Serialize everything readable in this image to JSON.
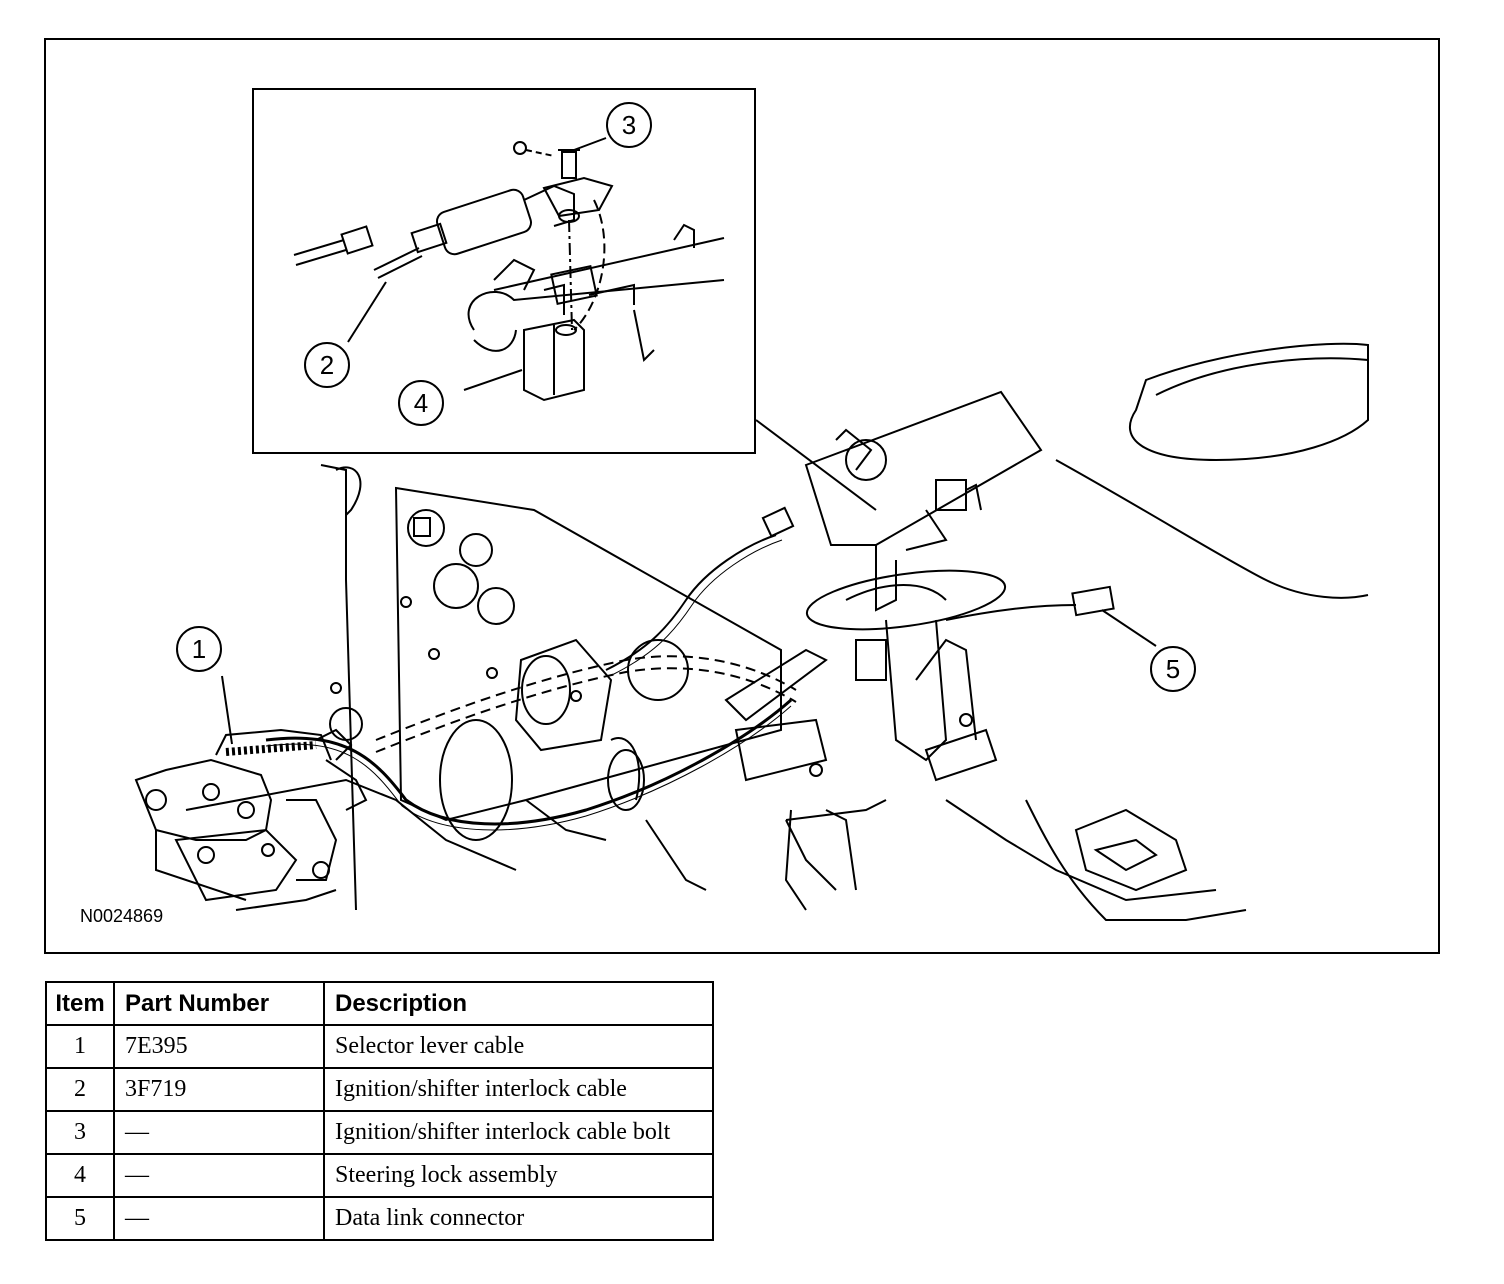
{
  "figure": {
    "id": "N0024869",
    "callouts": [
      "1",
      "2",
      "3",
      "4",
      "5"
    ]
  },
  "legend": {
    "headers": [
      "Item",
      "Part Number",
      "Description"
    ],
    "rows": [
      {
        "item": "1",
        "part": "7E395",
        "description": "Selector lever cable"
      },
      {
        "item": "2",
        "part": "3F719",
        "description": "Ignition/shifter interlock cable"
      },
      {
        "item": "3",
        "part": "—",
        "description": "Ignition/shifter interlock cable bolt"
      },
      {
        "item": "4",
        "part": "—",
        "description": "Steering lock assembly"
      },
      {
        "item": "5",
        "part": "—",
        "description": "Data link connector"
      }
    ]
  }
}
